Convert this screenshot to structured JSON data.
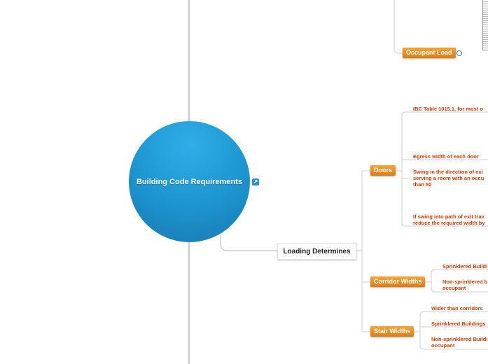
{
  "central": {
    "label": "Building Code Requirements"
  },
  "main_topic": {
    "label": "Loading Determines"
  },
  "occupant_load": {
    "label": "Occupant Load"
  },
  "doors": {
    "label": "Doors",
    "items": [
      "IBC Table 1015.1, for most o",
      "Egress width of each door",
      "Swing in the direction of exi",
      "serving a room with an occu",
      "than 50",
      "If swing into path of exit trav",
      "reduce the required width by"
    ]
  },
  "corridor_widths": {
    "label": "Corridor Widths",
    "items": [
      "Sprinklered Buildi",
      "Non-sprinklered b",
      "occupant"
    ]
  },
  "stair_widths": {
    "label": "Stair Widths",
    "items": [
      "Wider than corridors",
      "Sprinklered Buildings",
      "Non-sprinklered Buildi",
      "occupant"
    ]
  },
  "icons": {
    "expand": "expand-icon",
    "note": "note-icon",
    "image": "image-thumbnail"
  }
}
